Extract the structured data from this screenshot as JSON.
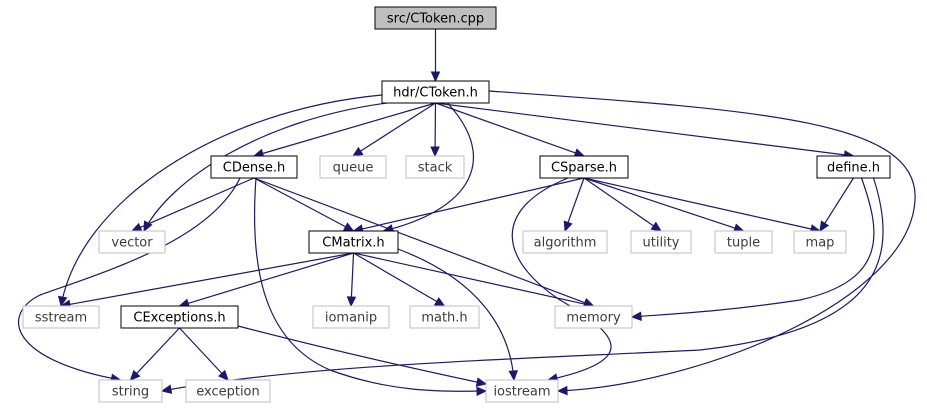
{
  "colors": {
    "edge": "#191970",
    "root_fill": "#bfbfbf",
    "documented_border": "#000000",
    "system_border": "#bfbfbf",
    "text": "#000000",
    "system_text": "#3c3c3c"
  },
  "nodes": {
    "ctoken_cpp": {
      "label": "src/CToken.cpp",
      "kind": "root"
    },
    "ctoken_h": {
      "label": "hdr/CToken.h",
      "kind": "documented"
    },
    "cdense_h": {
      "label": "CDense.h",
      "kind": "documented"
    },
    "queue": {
      "label": "queue",
      "kind": "system"
    },
    "stack": {
      "label": "stack",
      "kind": "system"
    },
    "csparse_h": {
      "label": "CSparse.h",
      "kind": "documented"
    },
    "define_h": {
      "label": "define.h",
      "kind": "documented"
    },
    "vector": {
      "label": "vector",
      "kind": "system"
    },
    "cmatrix_h": {
      "label": "CMatrix.h",
      "kind": "documented"
    },
    "algorithm": {
      "label": "algorithm",
      "kind": "system"
    },
    "utility": {
      "label": "utility",
      "kind": "system"
    },
    "tuple": {
      "label": "tuple",
      "kind": "system"
    },
    "map": {
      "label": "map",
      "kind": "system"
    },
    "sstream": {
      "label": "sstream",
      "kind": "system"
    },
    "cexceptions_h": {
      "label": "CExceptions.h",
      "kind": "documented"
    },
    "iomanip": {
      "label": "iomanip",
      "kind": "system"
    },
    "math_h": {
      "label": "math.h",
      "kind": "system"
    },
    "memory": {
      "label": "memory",
      "kind": "system"
    },
    "string": {
      "label": "string",
      "kind": "system"
    },
    "exception": {
      "label": "exception",
      "kind": "system"
    },
    "iostream": {
      "label": "iostream",
      "kind": "system"
    }
  },
  "edges": [
    [
      "ctoken_cpp",
      "ctoken_h"
    ],
    [
      "ctoken_h",
      "cdense_h"
    ],
    [
      "ctoken_h",
      "queue"
    ],
    [
      "ctoken_h",
      "stack"
    ],
    [
      "ctoken_h",
      "csparse_h"
    ],
    [
      "ctoken_h",
      "define_h"
    ],
    [
      "ctoken_h",
      "vector"
    ],
    [
      "ctoken_h",
      "cmatrix_h"
    ],
    [
      "ctoken_h",
      "sstream"
    ],
    [
      "ctoken_h",
      "iostream"
    ],
    [
      "cdense_h",
      "vector"
    ],
    [
      "cdense_h",
      "cmatrix_h"
    ],
    [
      "cdense_h",
      "memory"
    ],
    [
      "cdense_h",
      "string"
    ],
    [
      "cdense_h",
      "iostream"
    ],
    [
      "csparse_h",
      "cmatrix_h"
    ],
    [
      "csparse_h",
      "algorithm"
    ],
    [
      "csparse_h",
      "utility"
    ],
    [
      "csparse_h",
      "tuple"
    ],
    [
      "csparse_h",
      "map"
    ],
    [
      "csparse_h",
      "iostream"
    ],
    [
      "define_h",
      "map"
    ],
    [
      "define_h",
      "memory"
    ],
    [
      "define_h",
      "string"
    ],
    [
      "cmatrix_h",
      "sstream"
    ],
    [
      "cmatrix_h",
      "cexceptions_h"
    ],
    [
      "cmatrix_h",
      "iomanip"
    ],
    [
      "cmatrix_h",
      "math_h"
    ],
    [
      "cmatrix_h",
      "memory"
    ],
    [
      "cmatrix_h",
      "iostream"
    ],
    [
      "cexceptions_h",
      "string"
    ],
    [
      "cexceptions_h",
      "exception"
    ],
    [
      "cexceptions_h",
      "iostream"
    ]
  ]
}
